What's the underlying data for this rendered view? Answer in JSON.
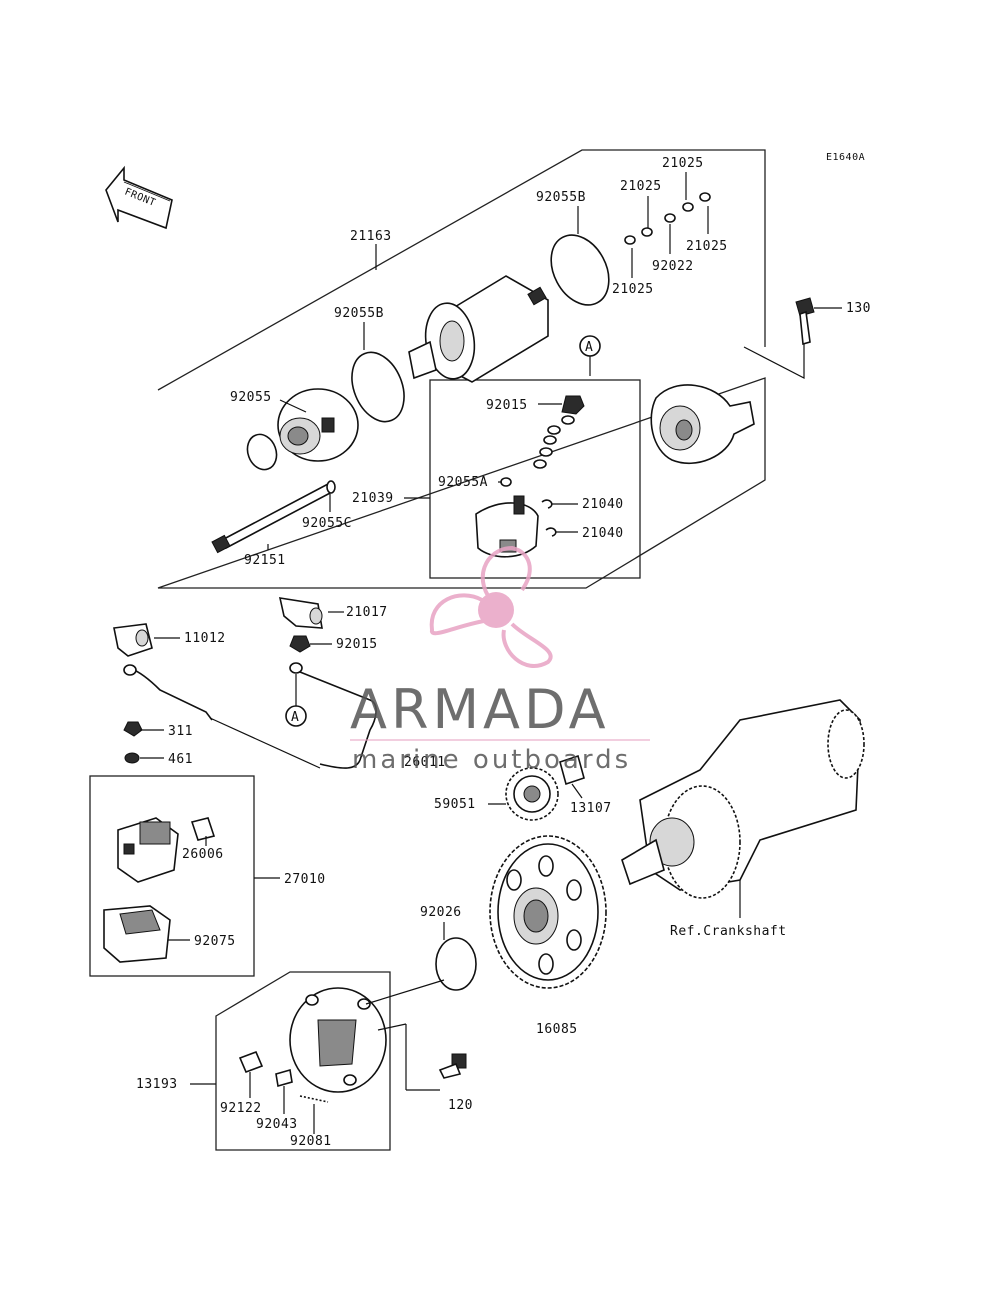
{
  "diagram_code": "E1640A",
  "front_label": "FRONT",
  "labels": {
    "p21025_top": "21025",
    "p21025_a": "21025",
    "p21025_b": "21025",
    "p21025_c": "21025",
    "p92022": "92022",
    "p92055B_top": "92055B",
    "p21163": "21163",
    "p92055B_mid": "92055B",
    "p130": "130",
    "pA_top": "A",
    "p92015_top": "92015",
    "p92055": "92055",
    "p92055A": "92055A",
    "p21039": "21039",
    "p21040_a": "21040",
    "p21040_b": "21040",
    "p92055C": "92055C",
    "p92151": "92151",
    "p21017": "21017",
    "p11012": "11012",
    "p92015_low": "92015",
    "pA_low": "A",
    "p311": "311",
    "p461": "461",
    "p26011": "26011",
    "p59051": "59051",
    "p13107": "13107",
    "p26006": "26006",
    "p27010": "27010",
    "p92026": "92026",
    "p92075": "92075",
    "ref_crankshaft": "Ref.Crankshaft",
    "p16085": "16085",
    "p13193": "13193",
    "p120": "120",
    "p92122": "92122",
    "p92043": "92043",
    "p92081": "92081"
  },
  "watermark": {
    "brand": "ARMADA",
    "tagline": "marine outboards",
    "logo_color": "#e8a3c4",
    "text_color": "#555555"
  }
}
